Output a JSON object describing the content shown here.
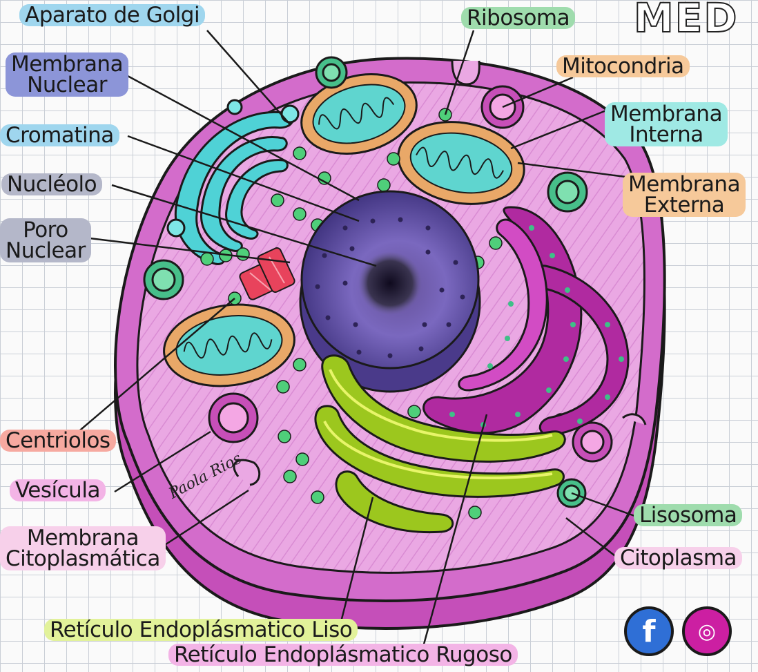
{
  "brand": "MED",
  "signature": "Paola Rios",
  "labels": {
    "aparato_golgi": "Aparato de Golgi",
    "ribosoma": "Ribosoma",
    "membrana_nuclear": [
      "Membrana",
      "Nuclear"
    ],
    "mitocondria": "Mitocondria",
    "cromatina": "Cromatina",
    "membrana_interna": [
      "Membrana",
      "Interna"
    ],
    "nucleolo": "Nucléolo",
    "membrana_externa": [
      "Membrana",
      "Externa"
    ],
    "poro_nuclear": [
      "Poro",
      "Nuclear"
    ],
    "centriolos": "Centriolos",
    "vesicula": "Vesícula",
    "membrana_citoplasmatica": [
      "Membrana",
      "Citoplasmática"
    ],
    "lisosoma": "Lisosoma",
    "citoplasma": "Citoplasma",
    "reticulo_liso": "Retículo Endoplásmatico Liso",
    "reticulo_rugoso": "Retículo Endoplásmatico Rugoso"
  },
  "label_colors": {
    "blue": "#9fd6ee",
    "green": "#9fdcad",
    "indigo": "#8c95d8",
    "gray": "#b4b7c9",
    "orange": "#f6c99a",
    "cyan": "#9fe9e4",
    "pink": "#f3b4e6",
    "salmon": "#f6a9a0",
    "lightpink": "#f7d0ea",
    "lime": "#e2f29a"
  },
  "social": {
    "facebook_icon": "f",
    "instagram_icon": "◎"
  }
}
